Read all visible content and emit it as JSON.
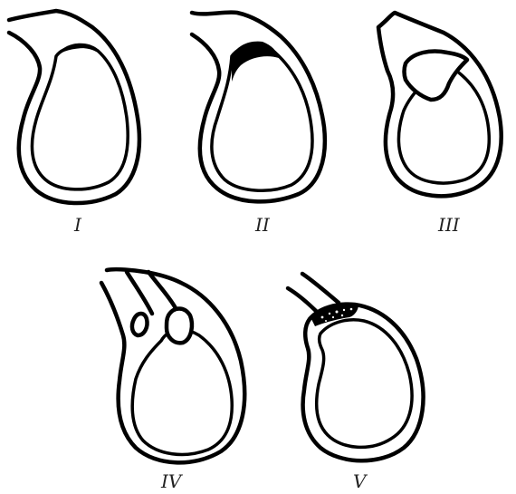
{
  "figures": [
    {
      "label": "I"
    },
    {
      "label": "II"
    },
    {
      "label": "III"
    },
    {
      "label": "IV"
    },
    {
      "label": "V"
    }
  ],
  "colors": {
    "line": "#000000",
    "background": "#ffffff",
    "label": "#222222"
  }
}
